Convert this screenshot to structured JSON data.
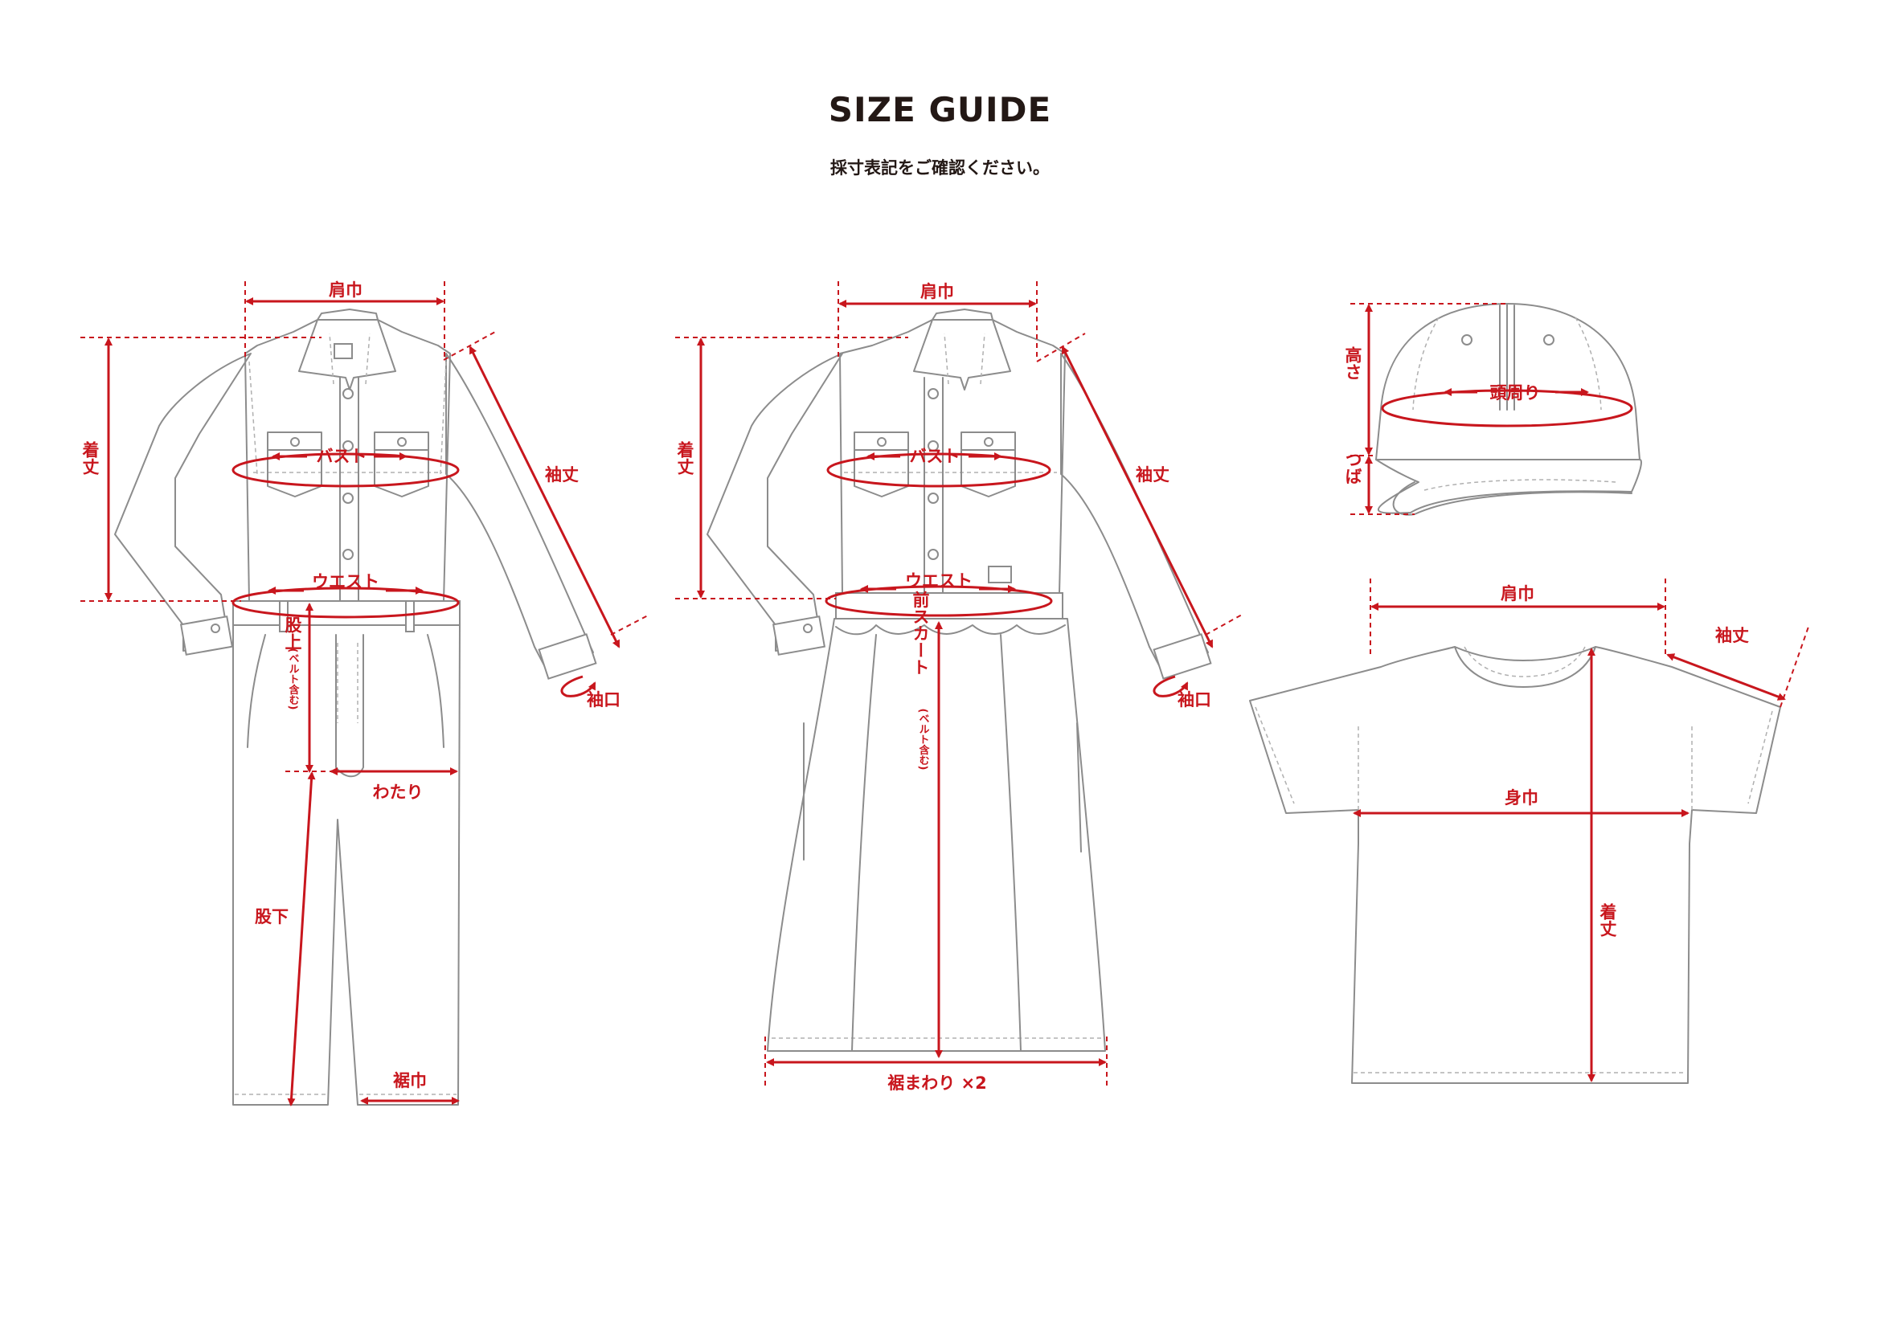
{
  "header": {
    "title": "SIZE GUIDE",
    "subtitle": "採寸表記をご確認ください。"
  },
  "colors": {
    "measure": "#c8161d",
    "outline": "#8c8c8c",
    "text": "#231815"
  },
  "jumpsuit": {
    "shoulder": "肩巾",
    "length": "着丈",
    "bust": "バスト",
    "waist": "ウエスト",
    "sleeve": "袖丈",
    "cuff": "袖口",
    "rise": "股上",
    "rise_note": "(ベルト含む)",
    "thigh": "わたり",
    "inseam": "股下",
    "hem": "裾巾"
  },
  "dress": {
    "shoulder": "肩巾",
    "length": "着丈",
    "bust": "バスト",
    "waist": "ウエスト",
    "sleeve": "袖丈",
    "cuff": "袖口",
    "skirt": "前スカート",
    "skirt_note": "(ベルト含む)",
    "hem": "裾まわり ×2"
  },
  "cap": {
    "height": "高さ",
    "head": "頭周り",
    "brim": "つば"
  },
  "tshirt": {
    "shoulder": "肩巾",
    "sleeve": "袖丈",
    "chest": "身巾",
    "length": "着丈"
  }
}
